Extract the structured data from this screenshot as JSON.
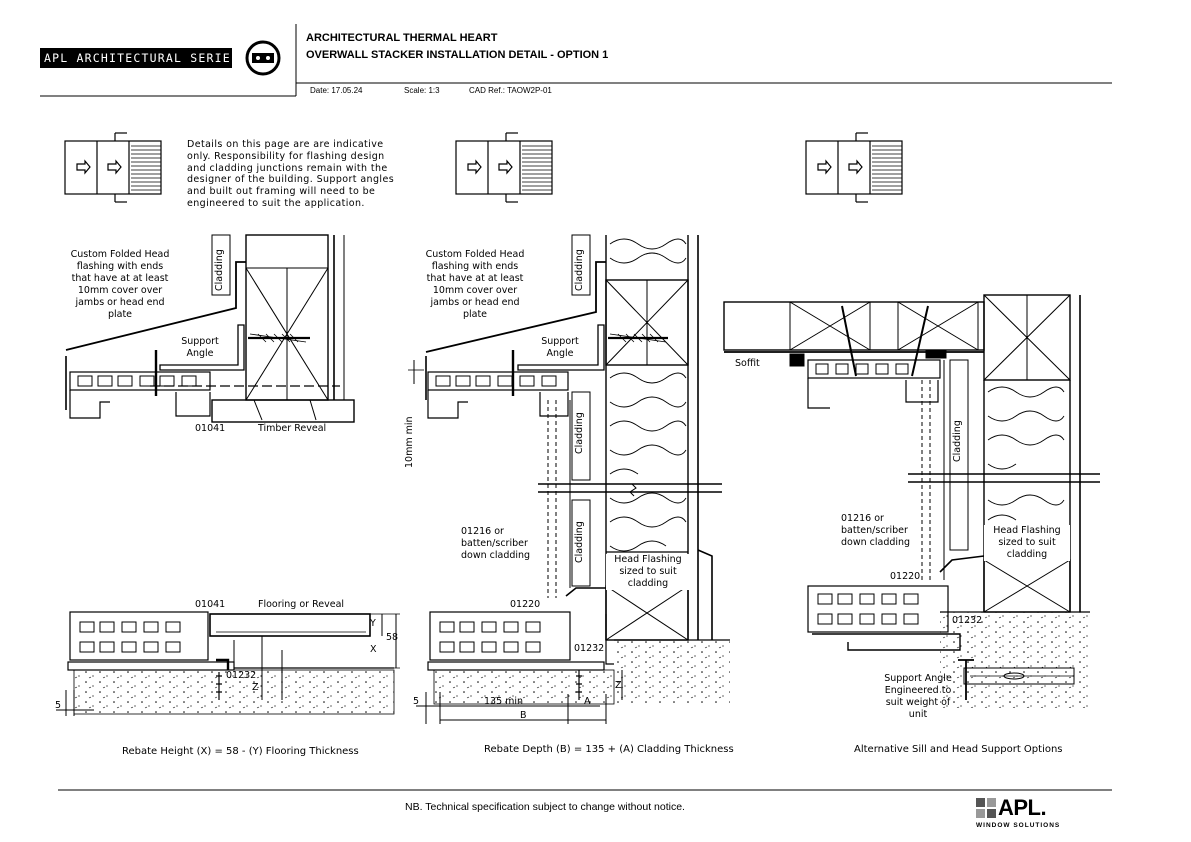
{
  "brand": {
    "series_text": "APL ARCHITECTURAL SERIES",
    "bottom_logo": "APL.",
    "bottom_logo_sub": "WINDOW SOLUTIONS"
  },
  "title_block": {
    "line1": "ARCHITECTURAL THERMAL HEART",
    "line2": "OVERWALL STACKER INSTALLATION DETAIL - OPTION 1",
    "date": "Date: 17.05.24",
    "scale": "Scale: 1:3",
    "cad_ref": "CAD Ref.: TAOW2P-01"
  },
  "note_top": [
    "Details on this page are are indicative",
    "only. Responsibility for flashing design",
    "and cladding junctions remain with the",
    "designer of the building. Support angles",
    "and built out framing will need to be",
    "engineered to suit the application."
  ],
  "detail1": {
    "head_flash": [
      "Custom Folded Head",
      "flashing with ends",
      "that have at at least",
      "10mm cover over",
      "jambs or head end",
      "plate"
    ],
    "support_angle": [
      "Support",
      "Angle"
    ],
    "cladding": "Cladding",
    "code_head": "01041",
    "timber_reveal": "Timber Reveal",
    "code_sill": "01041",
    "flooring": "Flooring or Reveal",
    "code_sill2": "01232",
    "dim_y": "Y",
    "dim_x": "X",
    "dim_58": "58",
    "dim_z": "Z",
    "dim_5": "5",
    "caption": "Rebate Height (X) = 58 - (Y) Flooring Thickness"
  },
  "detail2": {
    "head_flash": [
      "Custom Folded Head",
      "flashing with ends",
      "that have at at least",
      "10mm cover over",
      "jambs or head end",
      "plate"
    ],
    "support_angle": [
      "Support",
      "Angle"
    ],
    "cladding": "Cladding",
    "min10": "10mm min",
    "batten": [
      "01216 or",
      "batten/scriber",
      "down cladding"
    ],
    "head_flashing": [
      "Head Flashing",
      "sized to suit",
      "cladding"
    ],
    "code_1220": "01220",
    "code_1232": "01232",
    "dim_5": "5",
    "dim_135": "135 min",
    "dim_a": "A",
    "dim_b": "B",
    "dim_z": "Z",
    "caption": "Rebate Depth (B) = 135 + (A) Cladding Thickness"
  },
  "detail3": {
    "soffit": "Soffit",
    "cladding": "Cladding",
    "batten": [
      "01216 or",
      "batten/scriber",
      "down cladding"
    ],
    "head_flashing": [
      "Head Flashing",
      "sized to suit",
      "cladding"
    ],
    "code_1220": "01220",
    "code_1232": "01232",
    "support_angle": [
      "Support Angle",
      "Engineered to",
      "suit weight of",
      "unit"
    ],
    "caption": "Alternative Sill and Head Support Options"
  },
  "footer_note": "NB. Technical specification subject to change without notice."
}
